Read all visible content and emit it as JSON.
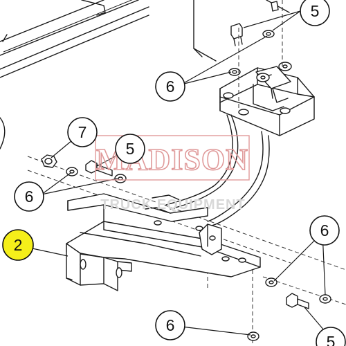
{
  "callouts": [
    {
      "id": "c5a",
      "label": "5",
      "highlight": false
    },
    {
      "id": "c6a",
      "label": "6",
      "highlight": false
    },
    {
      "id": "c7",
      "label": "7",
      "highlight": false
    },
    {
      "id": "c5b",
      "label": "5",
      "highlight": false
    },
    {
      "id": "c6b",
      "label": "6",
      "highlight": false
    },
    {
      "id": "c2",
      "label": "2",
      "highlight": true
    },
    {
      "id": "c6c",
      "label": "6",
      "highlight": false
    },
    {
      "id": "c6d",
      "label": "6",
      "highlight": false
    },
    {
      "id": "c5c",
      "label": "5",
      "highlight": false
    }
  ],
  "watermark": {
    "main": "MADISON",
    "sub": "TRUCK EQUIPMENT"
  },
  "colors": {
    "highlight": "#f5ef1a",
    "watermark_main": "#e09a9a",
    "watermark_sub": "#d8d8d8",
    "line": "#1a1a1a"
  }
}
